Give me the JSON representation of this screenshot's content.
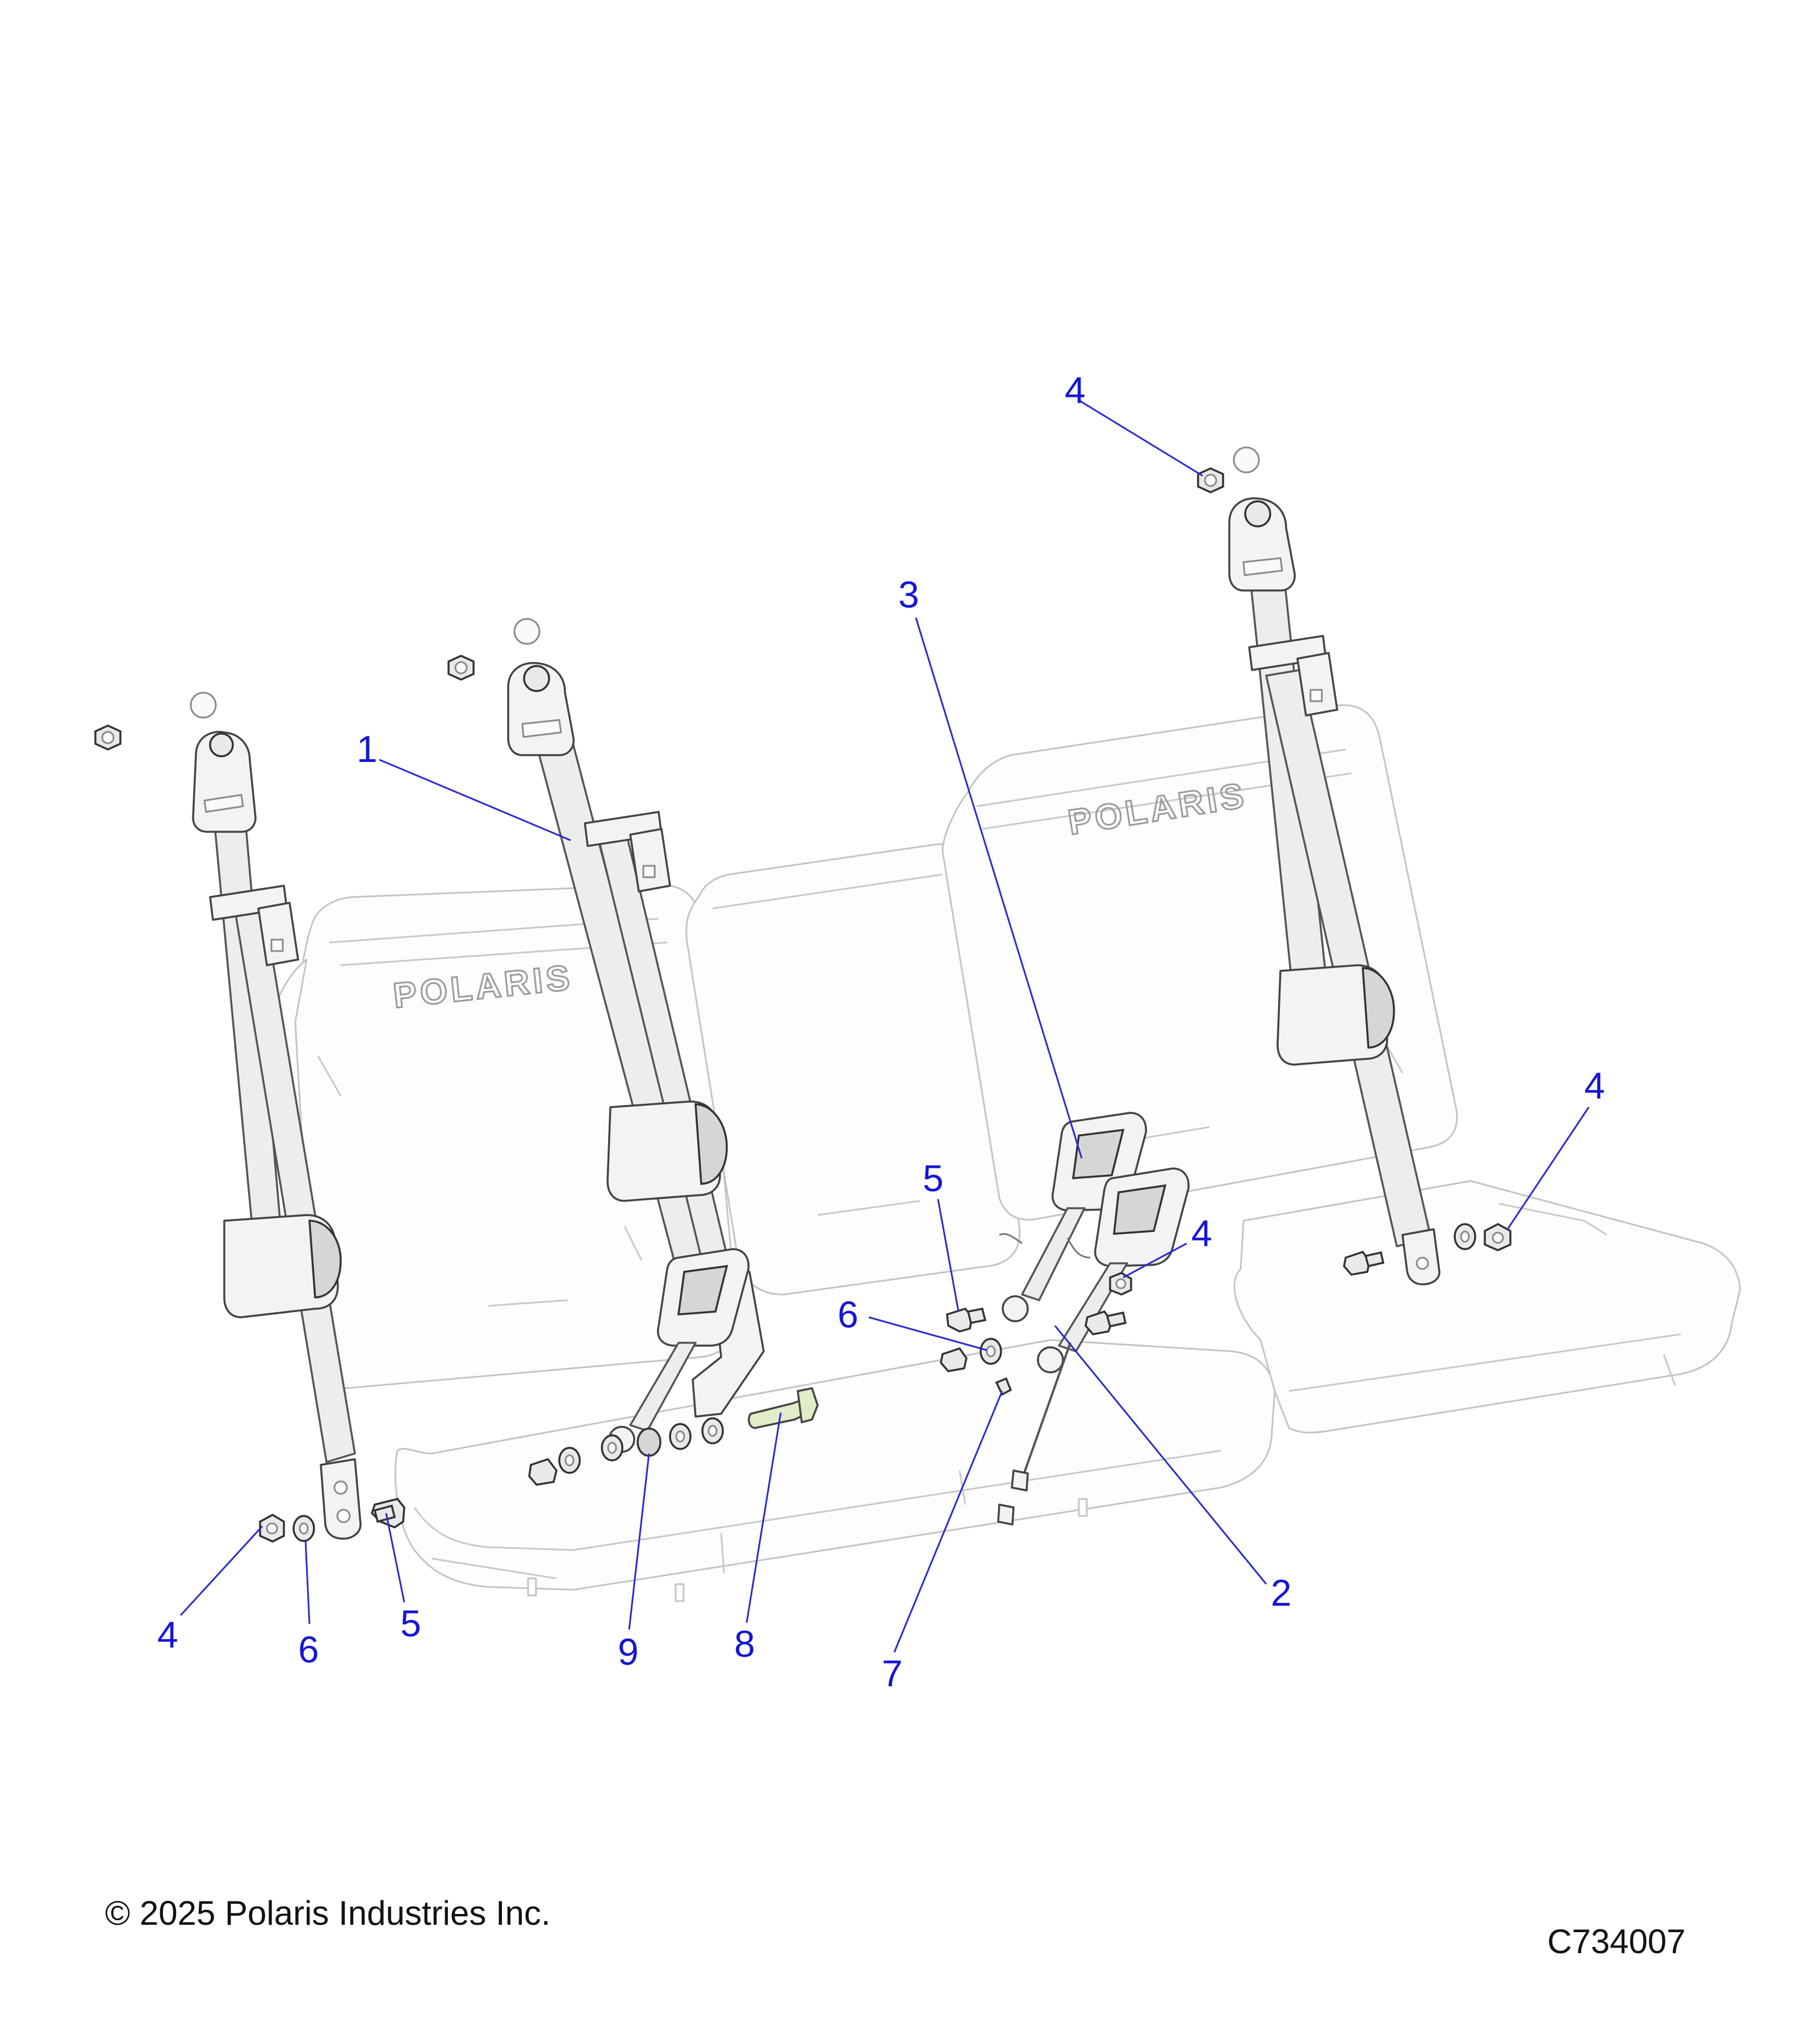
{
  "colors": {
    "callout": "#1515d6",
    "leader": "#2a2ad0",
    "outline": "#444444"
  },
  "brand": {
    "seat_logo_text": "POLARIS"
  },
  "callouts": [
    {
      "id": "c1",
      "label": "1"
    },
    {
      "id": "c2",
      "label": "2"
    },
    {
      "id": "c3",
      "label": "3"
    },
    {
      "id": "c4a",
      "label": "4"
    },
    {
      "id": "c4b",
      "label": "4"
    },
    {
      "id": "c4c",
      "label": "4"
    },
    {
      "id": "c4d",
      "label": "4"
    },
    {
      "id": "c5a",
      "label": "5"
    },
    {
      "id": "c5b",
      "label": "5"
    },
    {
      "id": "c6a",
      "label": "6"
    },
    {
      "id": "c6b",
      "label": "6"
    },
    {
      "id": "c7",
      "label": "7"
    },
    {
      "id": "c8",
      "label": "8"
    },
    {
      "id": "c9",
      "label": "9"
    }
  ],
  "footer": {
    "copyright": "© 2025 Polaris Industries Inc.",
    "figure_id": "C734007"
  }
}
